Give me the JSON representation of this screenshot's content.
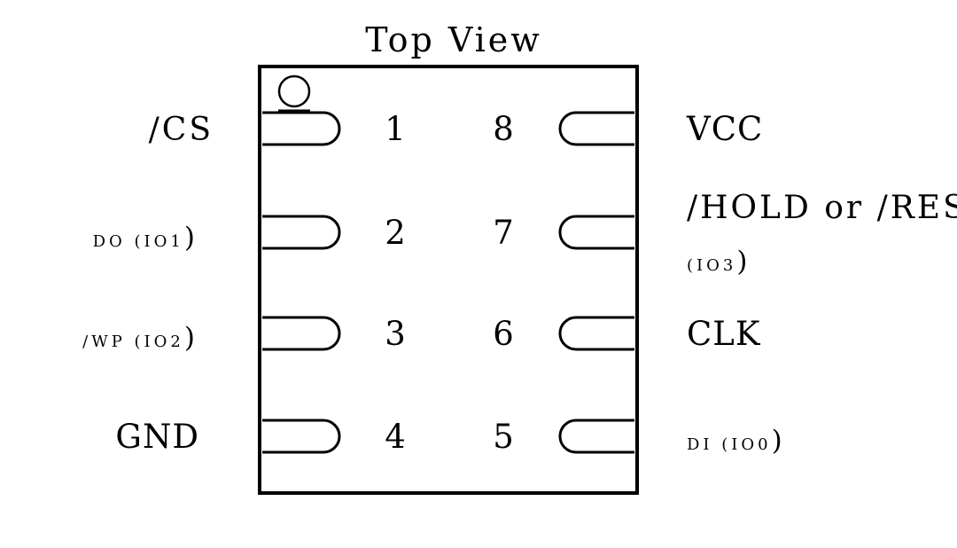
{
  "title": "Top View",
  "pin_numbers": [
    "1",
    "2",
    "3",
    "4",
    "5",
    "6",
    "7",
    "8"
  ],
  "left_labels": {
    "pin1": "/CS",
    "pin2_small": "DO (IO1",
    "pin2_paren": ")",
    "pin3_small": "/WP (IO2",
    "pin3_paren": ")",
    "pin4": "GND"
  },
  "right_labels": {
    "pin8": "VCC",
    "pin7_line1": "/HOLD or /RES",
    "pin7_line2_small": "(IO3",
    "pin7_line2_paren": ")",
    "pin6": "CLK",
    "pin5_small": "DI (IO0",
    "pin5_paren": ")"
  }
}
